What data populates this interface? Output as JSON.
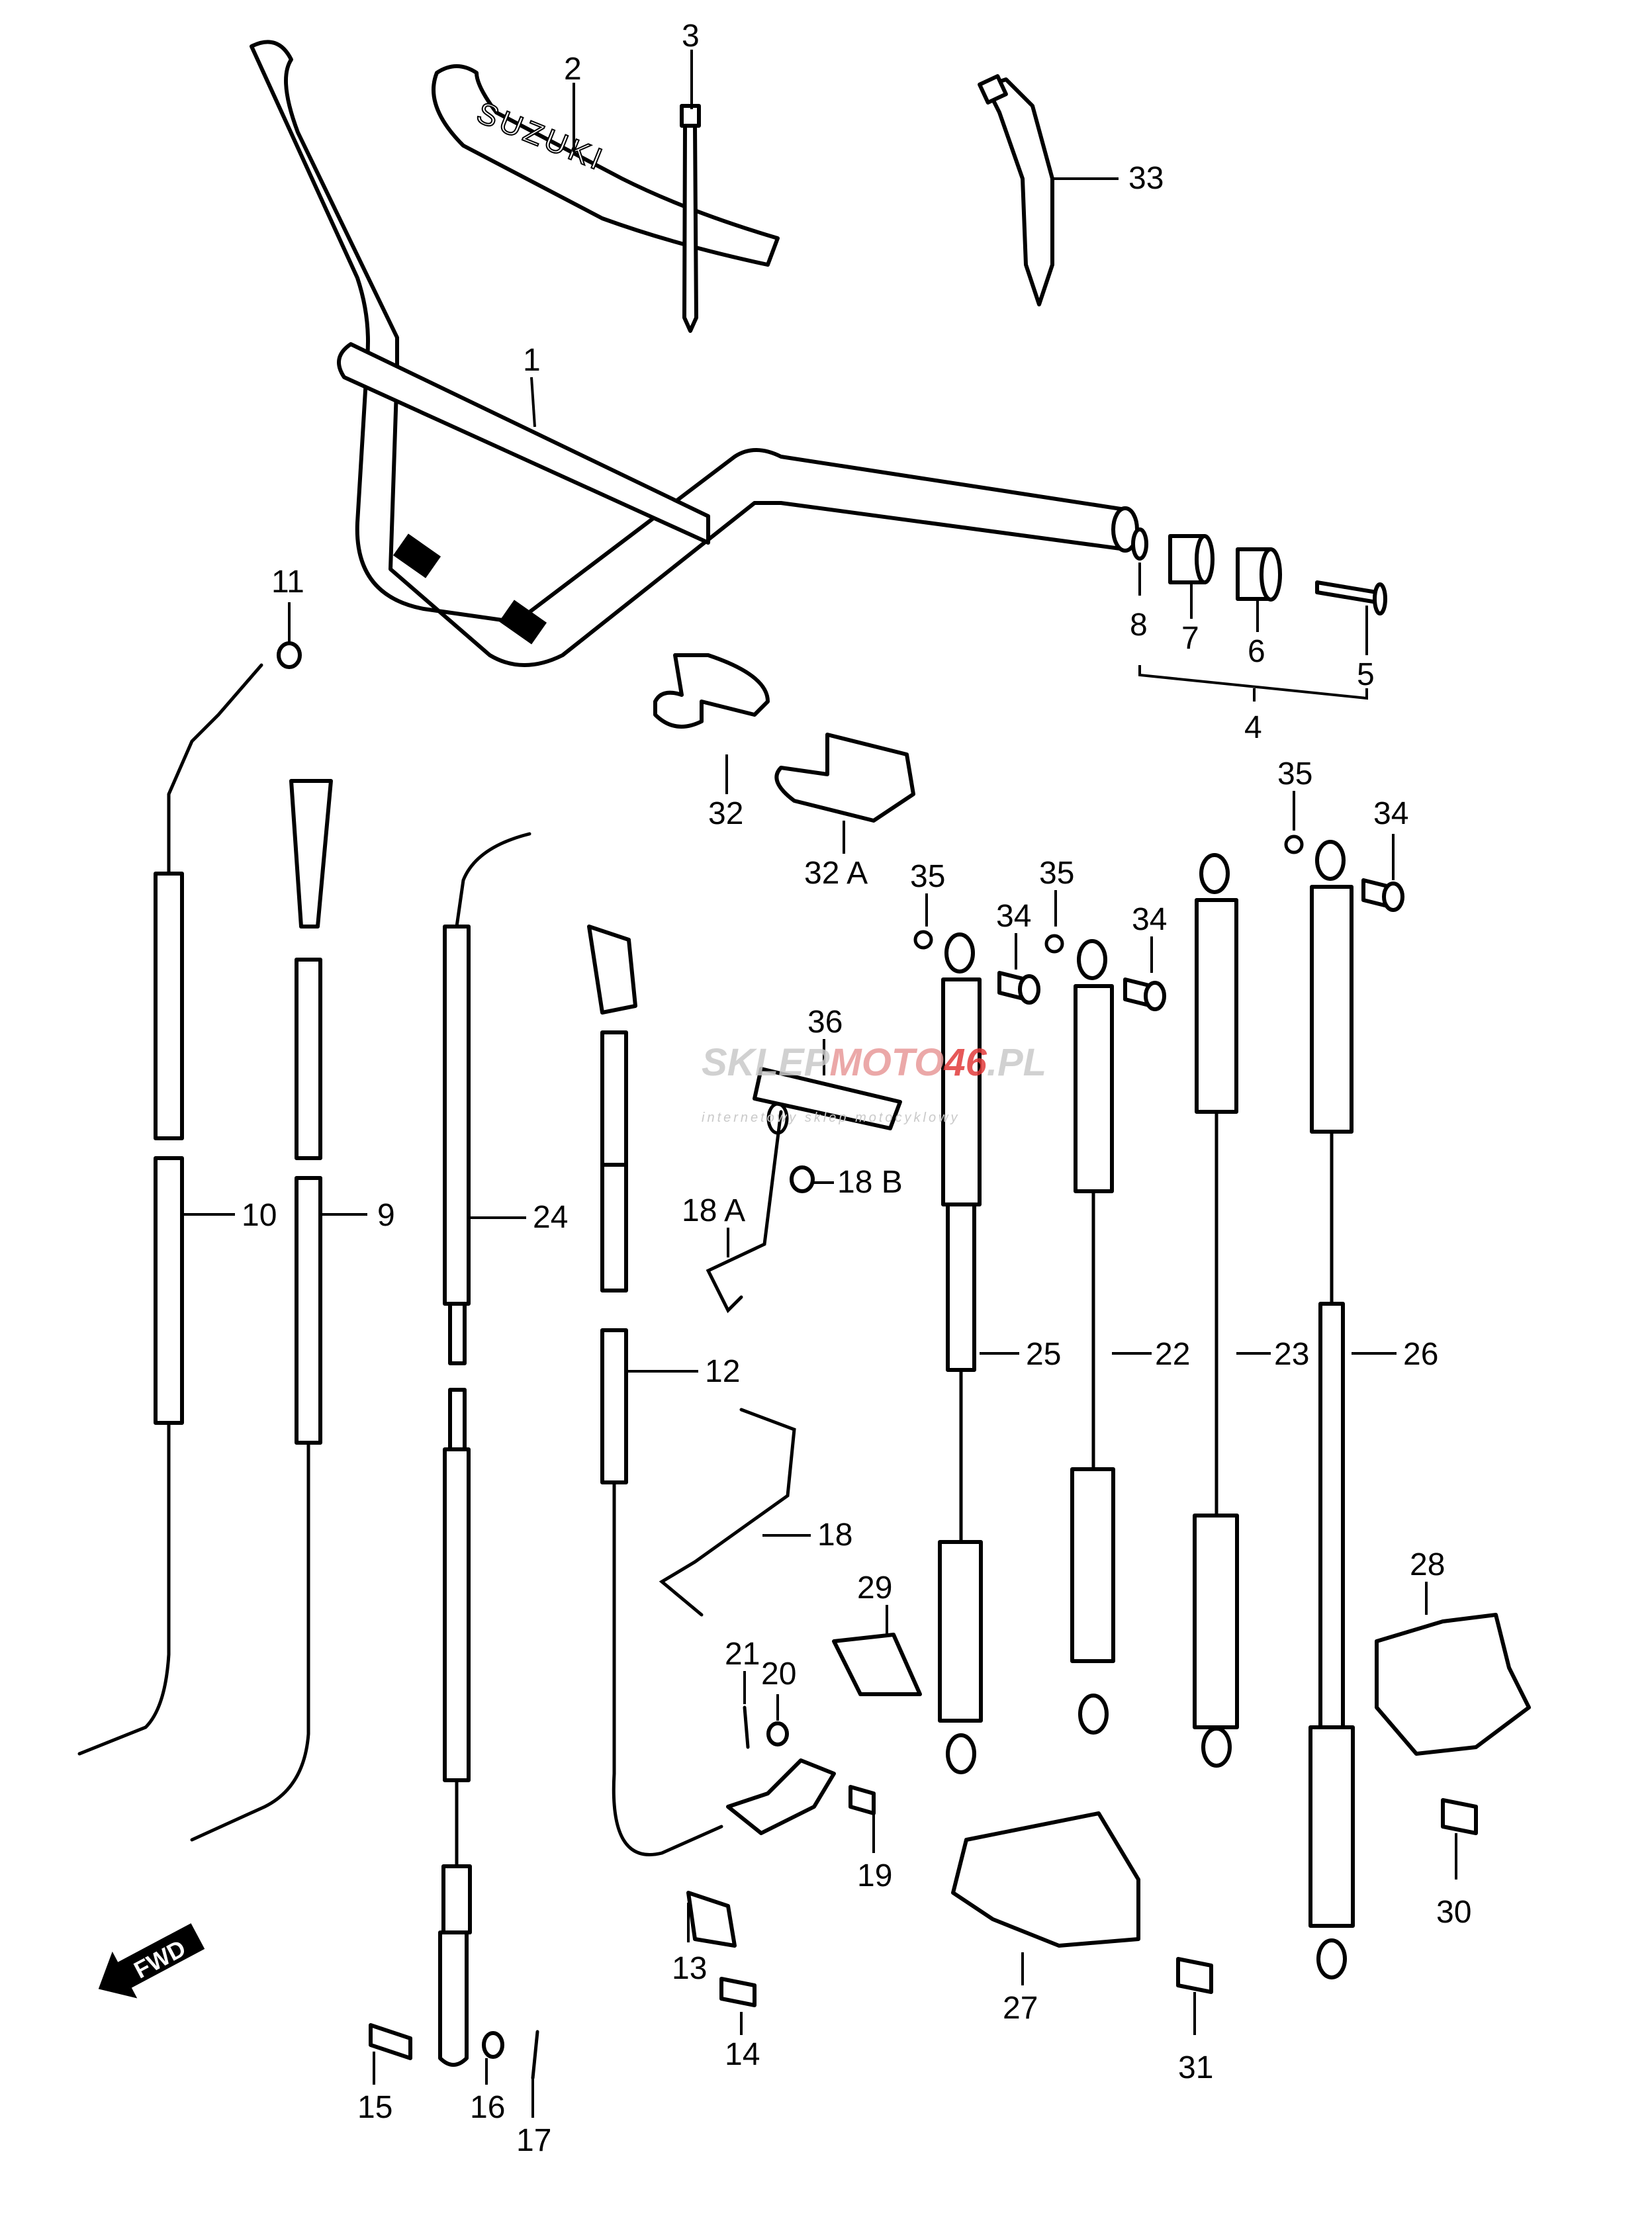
{
  "diagram": {
    "title": "Suzuki handlebar and control cables exploded parts diagram",
    "brand_on_part": "SUZUKI",
    "direction_badge": "FWD",
    "watermark": {
      "brand_prefix": "SKLEP",
      "brand_mid": "MOTO",
      "brand_num": "46",
      "brand_suffix": ".PL",
      "tagline": "internetowy sklep motocyklowy",
      "accent_color": "#e23b3b"
    },
    "callouts": [
      {
        "id": "1",
        "label": "1",
        "part": "handlebar"
      },
      {
        "id": "2",
        "label": "2",
        "part": "handlebar pad"
      },
      {
        "id": "3",
        "label": "3",
        "part": "cable tie"
      },
      {
        "id": "4",
        "label": "4",
        "part": "balancer assembly"
      },
      {
        "id": "5",
        "label": "5",
        "part": "screw"
      },
      {
        "id": "6",
        "label": "6",
        "part": "balancer weight"
      },
      {
        "id": "7",
        "label": "7",
        "part": "balancer weight"
      },
      {
        "id": "8",
        "label": "8",
        "part": "washer"
      },
      {
        "id": "9",
        "label": "9",
        "part": "throttle cable"
      },
      {
        "id": "10",
        "label": "10",
        "part": "throttle cable"
      },
      {
        "id": "11",
        "label": "11",
        "part": "nut"
      },
      {
        "id": "12",
        "label": "12",
        "part": "brake cable"
      },
      {
        "id": "13",
        "label": "13",
        "part": "clamp"
      },
      {
        "id": "14",
        "label": "14",
        "part": "bolt"
      },
      {
        "id": "15",
        "label": "15",
        "part": "pin"
      },
      {
        "id": "16",
        "label": "16",
        "part": "washer"
      },
      {
        "id": "17",
        "label": "17",
        "part": "cotter pin"
      },
      {
        "id": "18",
        "label": "18",
        "part": "cable guide"
      },
      {
        "id": "18A",
        "label": "18 A",
        "part": "cable guide"
      },
      {
        "id": "18B",
        "label": "18 B",
        "part": "washer"
      },
      {
        "id": "19",
        "label": "19",
        "part": "pin"
      },
      {
        "id": "20",
        "label": "20",
        "part": "washer"
      },
      {
        "id": "21",
        "label": "21",
        "part": "cotter pin"
      },
      {
        "id": "22",
        "label": "22",
        "part": "control cable"
      },
      {
        "id": "23",
        "label": "23",
        "part": "control cable"
      },
      {
        "id": "24",
        "label": "24",
        "part": "clutch cable"
      },
      {
        "id": "25",
        "label": "25",
        "part": "control cable"
      },
      {
        "id": "26",
        "label": "26",
        "part": "control cable"
      },
      {
        "id": "27",
        "label": "27",
        "part": "bracket"
      },
      {
        "id": "28",
        "label": "28",
        "part": "bracket"
      },
      {
        "id": "29",
        "label": "29",
        "part": "clip"
      },
      {
        "id": "30",
        "label": "30",
        "part": "bolt"
      },
      {
        "id": "31",
        "label": "31",
        "part": "bolt"
      },
      {
        "id": "32",
        "label": "32",
        "part": "clamp"
      },
      {
        "id": "32A",
        "label": "32 A",
        "part": "clamp"
      },
      {
        "id": "33",
        "label": "33",
        "part": "cable tie"
      },
      {
        "id": "34a",
        "label": "34",
        "part": "pin"
      },
      {
        "id": "34b",
        "label": "34",
        "part": "pin"
      },
      {
        "id": "34c",
        "label": "34",
        "part": "pin"
      },
      {
        "id": "35a",
        "label": "35",
        "part": "e-clip"
      },
      {
        "id": "35b",
        "label": "35",
        "part": "e-clip"
      },
      {
        "id": "35c",
        "label": "35",
        "part": "e-clip"
      },
      {
        "id": "36",
        "label": "36",
        "part": "cable holder"
      }
    ]
  }
}
